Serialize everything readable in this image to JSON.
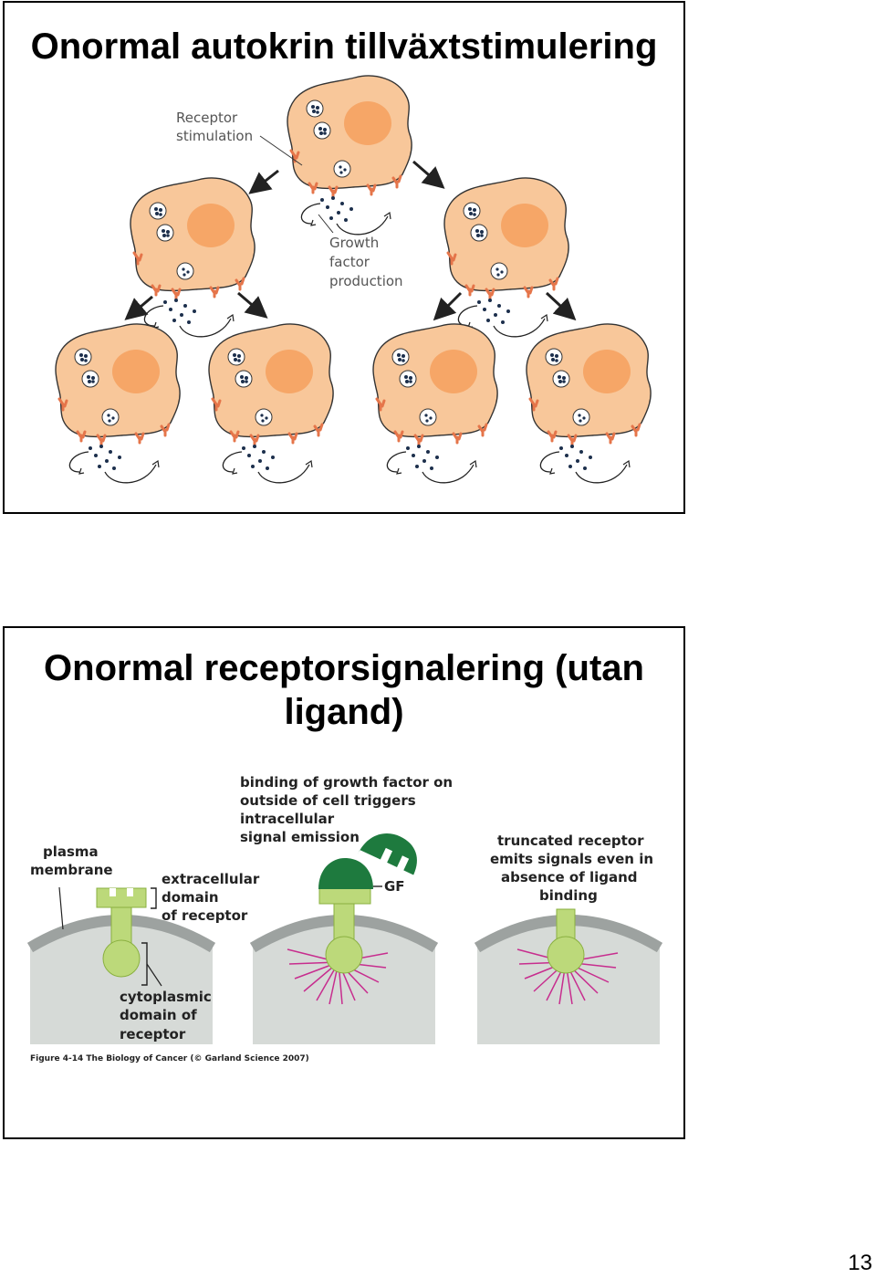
{
  "slide1": {
    "title": "Onormal autokrin tillväxtstimulering",
    "figure": {
      "label_receptor_line1": "Receptor",
      "label_receptor_line2": "stimulation",
      "label_growth_line1": "Growth",
      "label_growth_line2": "factor",
      "label_growth_line3": "production",
      "colors": {
        "cell": "#f8c79a",
        "nucleus": "#f6a667",
        "receptor": "#e5754a",
        "dots": "#1c2f4c"
      }
    }
  },
  "slide2": {
    "title_line1": "Onormal receptorsignalering (utan",
    "title_line2": "ligand)",
    "figure": {
      "plasma_line1": "plasma",
      "plasma_line2": "membrane",
      "extra_line1": "extracellular",
      "extra_line2": "domain",
      "extra_line3": "of receptor",
      "cyto_line1": "cytoplasmic",
      "cyto_line2": "domain of",
      "cyto_line3": "receptor",
      "binding_line1": "binding of growth factor on",
      "binding_line2": "outside of cell triggers",
      "binding_line3": "intracellular",
      "binding_line4": "signal emission",
      "gf_label": "GF",
      "trunc_line1": "truncated receptor",
      "trunc_line2": "emits signals even in",
      "trunc_line3": "absence of ligand",
      "trunc_line4": "binding",
      "caption": "Figure 4-14 The Biology of Cancer (© Garland Science 2007)",
      "colors": {
        "receptor": "#bcd97a",
        "gf": "#1e7a3e",
        "signal": "#c72d8e",
        "cytoplasm": "#d6dad7"
      }
    }
  },
  "page_number": "13"
}
